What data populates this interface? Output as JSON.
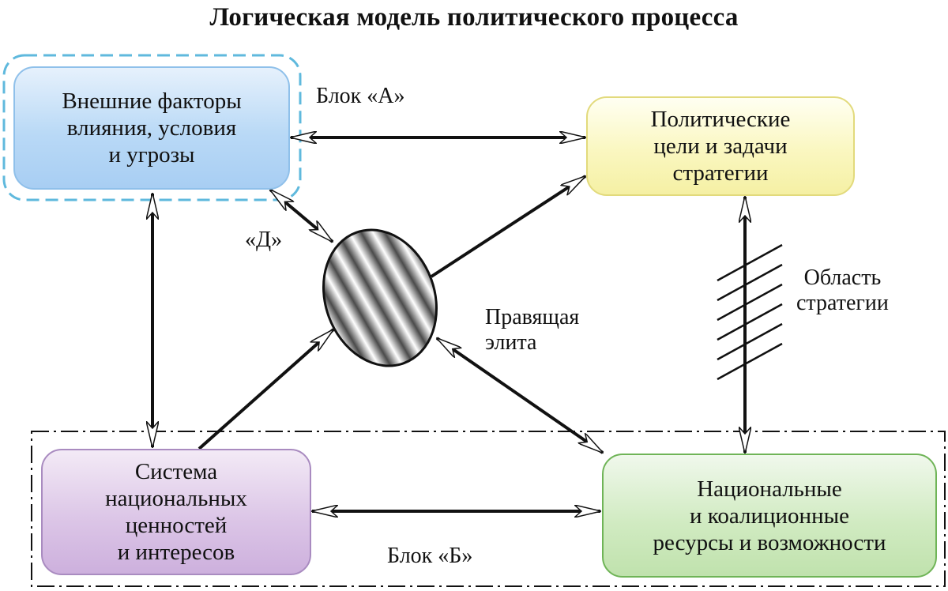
{
  "title": "Логическая модель политического процесса",
  "boxes": {
    "external": "Внешние факторы\nвлияния, условия\nи угрозы",
    "goals": "Политические\nцели и задачи\nстратегии",
    "values": "Система\nнациональных\nценностей\nи интересов",
    "resources": "Национальные\nи коалиционные\nресурсы и возможности"
  },
  "labels": {
    "block_a": "Блок «А»",
    "block_b": "Блок «Б»",
    "block_d": "«Д»",
    "elite": "Правящая\nэлита",
    "strategy_area": "Область\nстратегии"
  },
  "colors": {
    "dashed_frame": "#5fb9dd",
    "dashdot_frame": "#111111",
    "arrows": "#111111"
  }
}
